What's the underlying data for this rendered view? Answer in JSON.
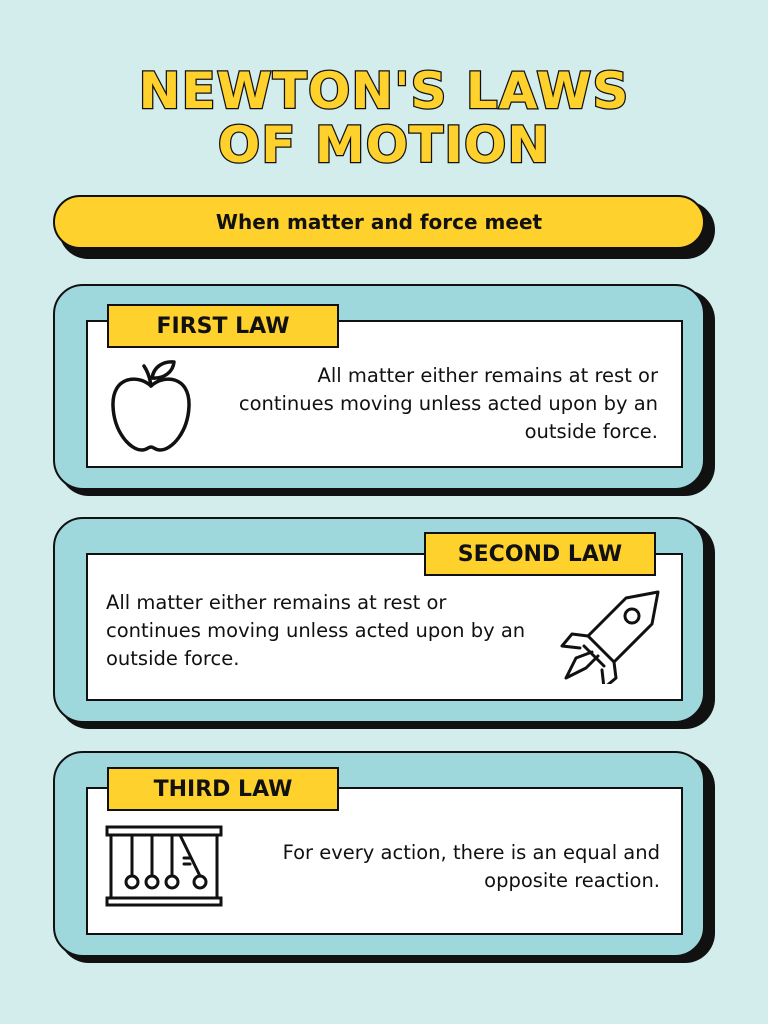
{
  "title": {
    "line1": "NEWTON'S LAWS",
    "line2": "OF MOTION"
  },
  "subtitle": "When matter and force meet",
  "colors": {
    "background": "#d3ecec",
    "accent_yellow": "#ffd12d",
    "card_teal": "#9fd8dc",
    "outline": "#111111"
  },
  "laws": [
    {
      "label": "FIRST LAW",
      "text": "All matter either remains at rest or continues moving unless acted upon by an outside force.",
      "icon": "apple-icon"
    },
    {
      "label": "SECOND LAW",
      "text": "All matter either remains at rest or continues moving unless acted upon by an outside force.",
      "icon": "rocket-icon"
    },
    {
      "label": "THIRD LAW",
      "text": "For every action, there is an equal and opposite reaction.",
      "icon": "newtons-cradle-icon"
    }
  ]
}
